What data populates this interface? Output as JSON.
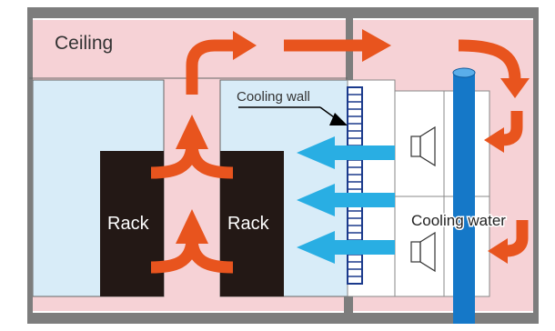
{
  "labels": {
    "ceiling": "Ceiling",
    "cooling_wall": "Cooling wall",
    "rack_left": "Rack",
    "rack_right": "Rack",
    "cooling_water": "Cooling water"
  },
  "colors": {
    "warm_zone": "#f6d2d6",
    "cool_zone": "#d8ecf8",
    "rack": "#231815",
    "hot_air_arrow": "#e8541e",
    "cold_air_arrow": "#29aee3",
    "cooling_water_pipe": "#1578c8",
    "frame": "#7d7d7d"
  }
}
